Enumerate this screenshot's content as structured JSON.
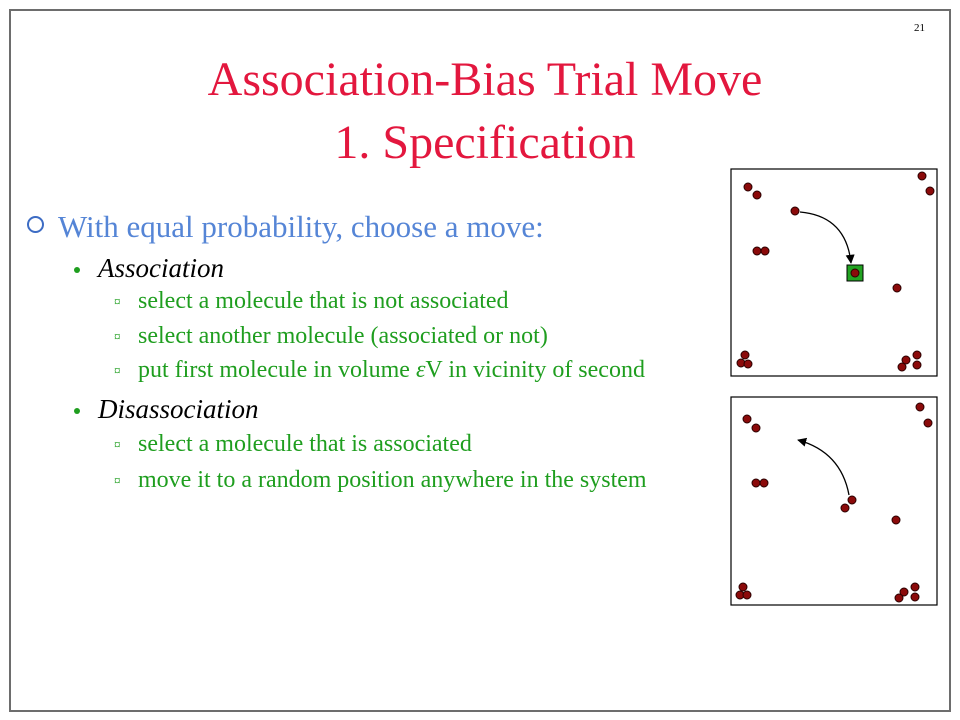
{
  "page_number": "21",
  "title": {
    "line1": "Association-Bias Trial Move",
    "line2": "1. Specification"
  },
  "intro": "With equal probability, choose a move:",
  "moves": [
    {
      "label": "Association",
      "steps": [
        {
          "text": "select a molecule that is not associated"
        },
        {
          "text": "select another molecule (associated or not)"
        },
        {
          "before": "put first molecule in volume ",
          "symbol": "ε",
          "after": "V in vicinity of second"
        }
      ]
    },
    {
      "label": "Disassociation",
      "steps": [
        {
          "text": "select a molecule that is associated"
        },
        {
          "text": "move it to a random position anywhere in the system"
        }
      ]
    }
  ],
  "icons": {
    "level1_bullet": "hollow-circle-bullet-icon",
    "level2_bullet": "bullet-dot-icon",
    "level3_bullet": "square-bullet-icon",
    "move_arrow": "curved-arrow-icon"
  },
  "colors": {
    "title": "#e3173e",
    "level1": "#5585d6",
    "level1_marker": "#3d6cc4",
    "level3": "#1f9e1f",
    "molecule": "#8b0a0a",
    "target": "#22a322"
  }
}
